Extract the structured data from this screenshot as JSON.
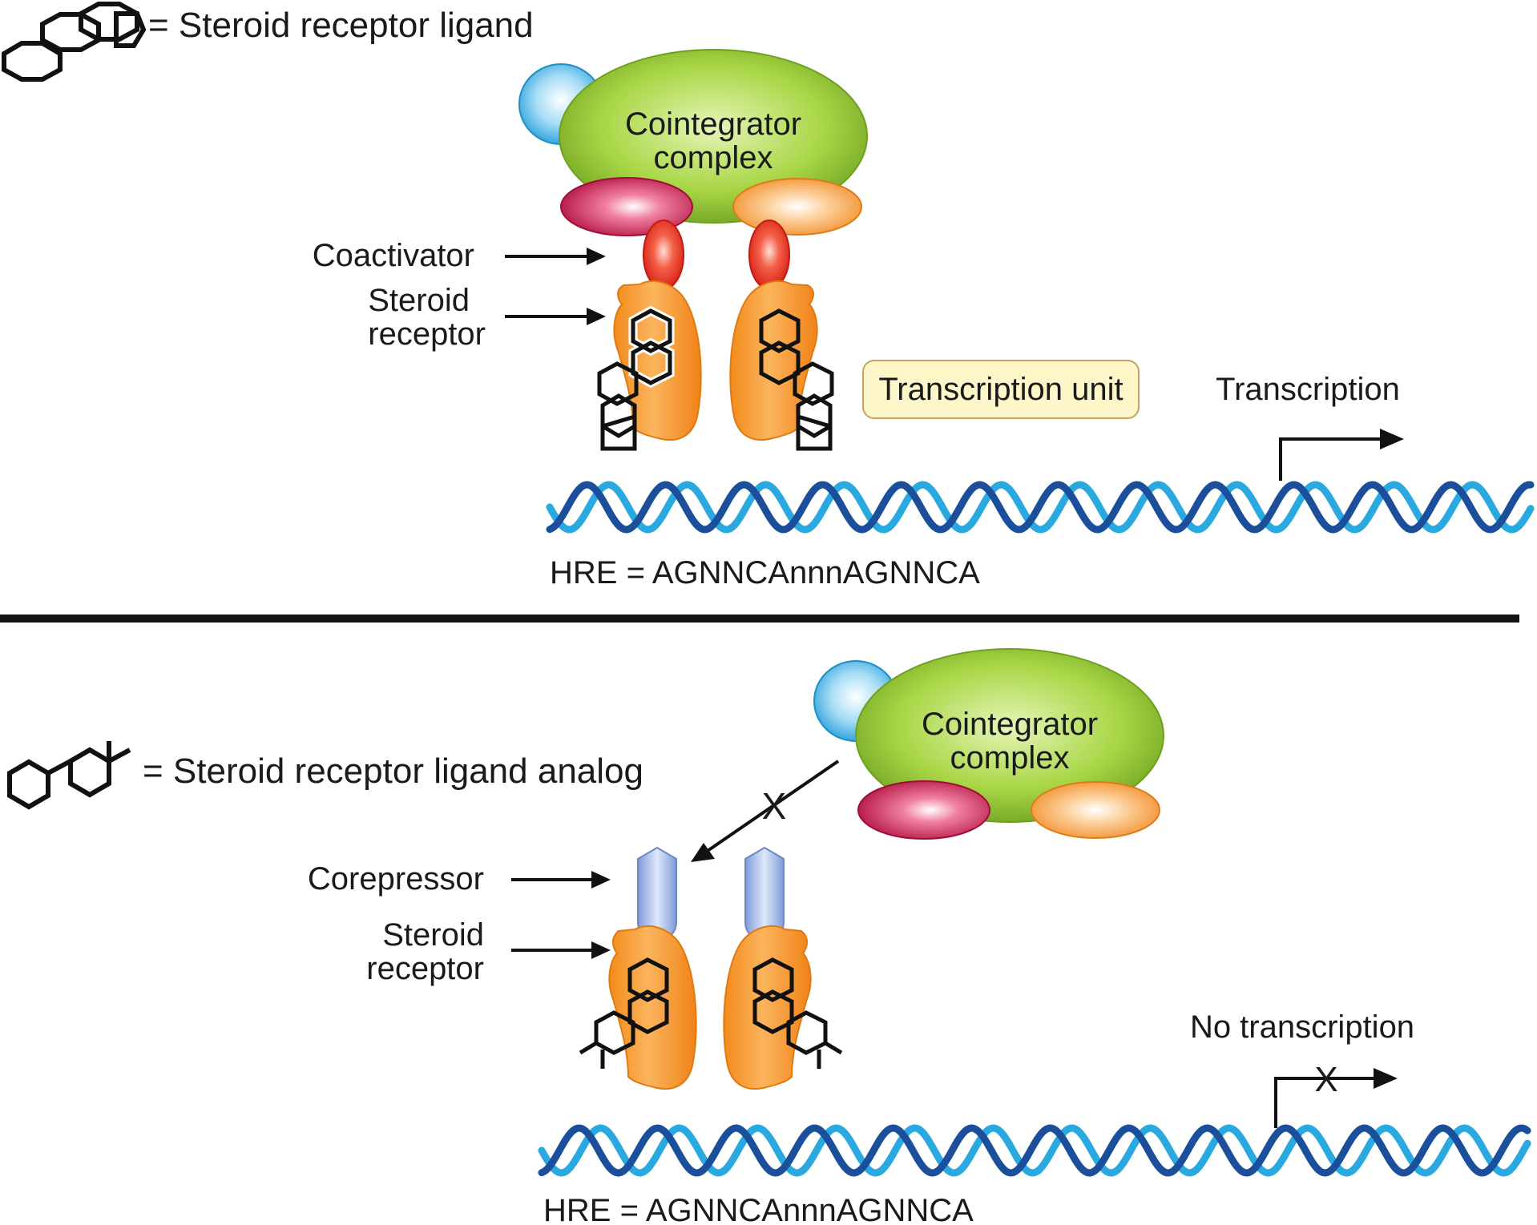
{
  "top": {
    "legend_label": "= Steroid receptor ligand",
    "complex_line1": "Cointegrator",
    "complex_line2": "complex",
    "coactivator_label": "Coactivator",
    "receptor_line1": "Steroid",
    "receptor_line2": "receptor",
    "transcription_unit_label": "Transcription unit",
    "transcription_label": "Transcription",
    "hre_label": "HRE = AGNNCAnnnAGNNCA"
  },
  "bottom": {
    "legend_label": "= Steroid receptor ligand analog",
    "complex_line1": "Cointegrator",
    "complex_line2": "complex",
    "corepressor_label": "Corepressor",
    "receptor_line1": "Steroid",
    "receptor_line2": "receptor",
    "no_transcription_label": "No transcription",
    "hre_label": "HRE = AGNNCAnnnAGNNCA"
  },
  "colors": {
    "cointegrator": "#9bcc3a",
    "cointegrator_dark": "#6ea020",
    "cyan_protein": "#3fb5e8",
    "magenta_protein": "#c8154e",
    "peach_protein": "#f5a550",
    "coactivator": "#e52c20",
    "corepressor": "#8ea8dc",
    "receptor": "#f28b1c",
    "dna_dark": "#1b4f9c",
    "dna_light": "#29a9e0",
    "label_box_fill": "#fdf6c8",
    "label_box_stroke": "#c8a060"
  }
}
